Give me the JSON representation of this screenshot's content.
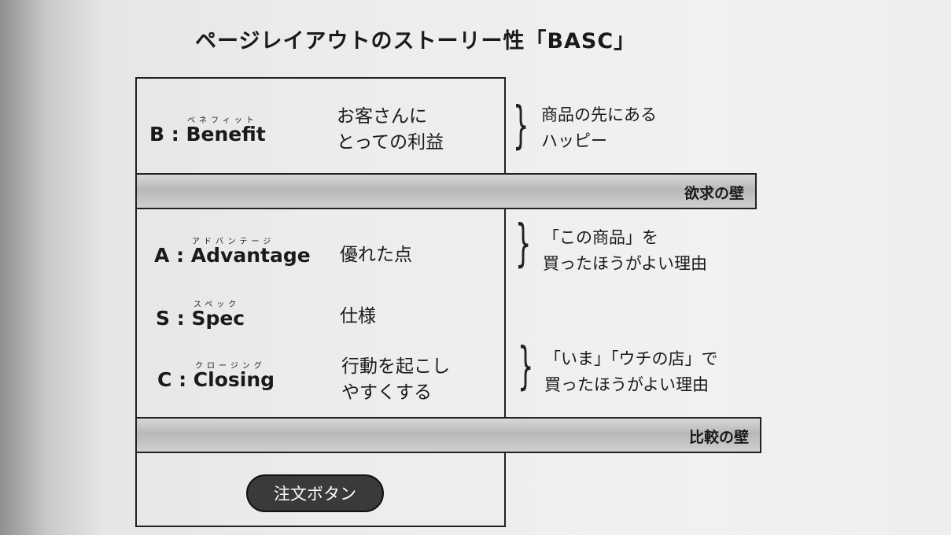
{
  "title": "ページレイアウトのストーリー性「BASC」",
  "sections": {
    "benefit": {
      "letter": "B",
      "term": "Benefit",
      "ruby": "ベネフィット",
      "desc": [
        "お客さんに",
        "とっての利益"
      ],
      "note": [
        "商品の先にある",
        "ハッピー"
      ]
    },
    "advantage": {
      "letter": "A",
      "term": "Advantage",
      "ruby": "アドバンテージ",
      "desc": [
        "優れた点"
      ],
      "note": [
        "「この商品」を",
        "買ったほうがよい理由"
      ]
    },
    "spec": {
      "letter": "S",
      "term": "Spec",
      "ruby": "スペック",
      "desc": [
        "仕様"
      ]
    },
    "closing": {
      "letter": "C",
      "term": "Closing",
      "ruby": "クロージング",
      "desc": [
        "行動を起こし",
        "やすくする"
      ],
      "note": [
        "「いま」「ウチの店」で",
        "買ったほうがよい理由"
      ]
    }
  },
  "walls": {
    "desire": "欲求の壁",
    "comparison": "比較の壁"
  },
  "order_button": "注文ボタン",
  "separator": ":"
}
